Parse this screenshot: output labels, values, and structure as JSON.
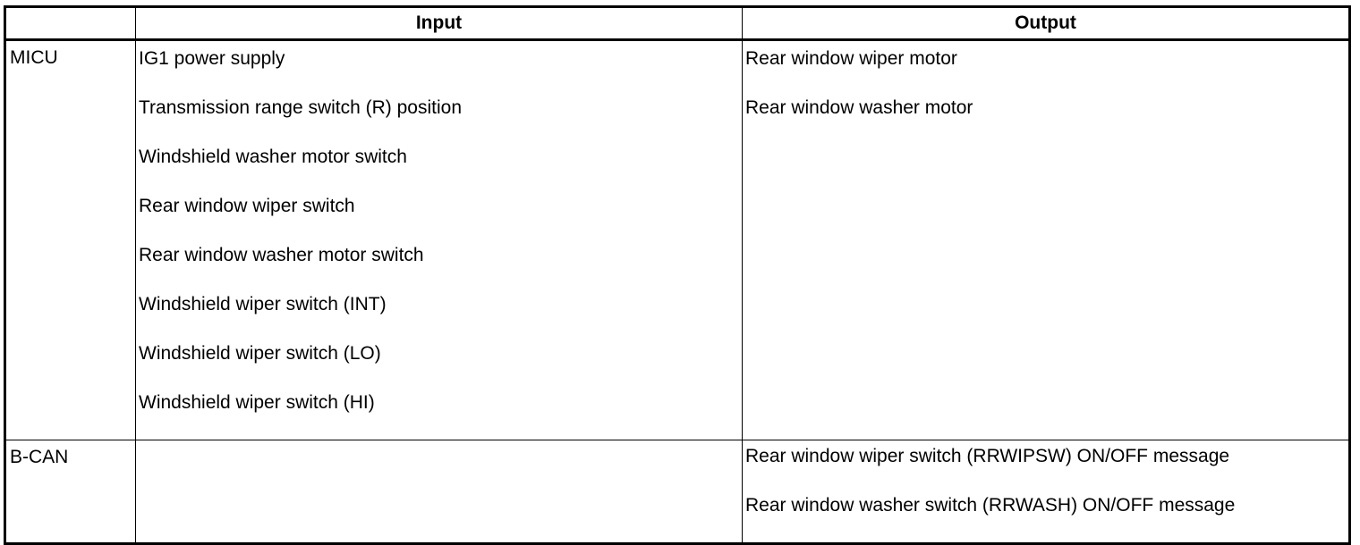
{
  "table": {
    "headers": {
      "module": "",
      "input": "Input",
      "output": "Output"
    },
    "rows": [
      {
        "module": "MICU",
        "inputs": [
          "IG1 power supply",
          "Transmission range switch (R) position",
          "Windshield washer motor switch",
          "Rear window wiper switch",
          "Rear window washer motor switch",
          "Windshield wiper switch (INT)",
          "Windshield wiper switch (LO)",
          "Windshield wiper switch (HI)"
        ],
        "outputs": [
          "Rear window wiper motor",
          "Rear window washer motor"
        ]
      },
      {
        "module": "B-CAN",
        "inputs": [],
        "outputs": [
          "Rear window wiper switch (RRWIPSW) ON/OFF message",
          "Rear window washer switch (RRWASH) ON/OFF message"
        ]
      }
    ]
  }
}
